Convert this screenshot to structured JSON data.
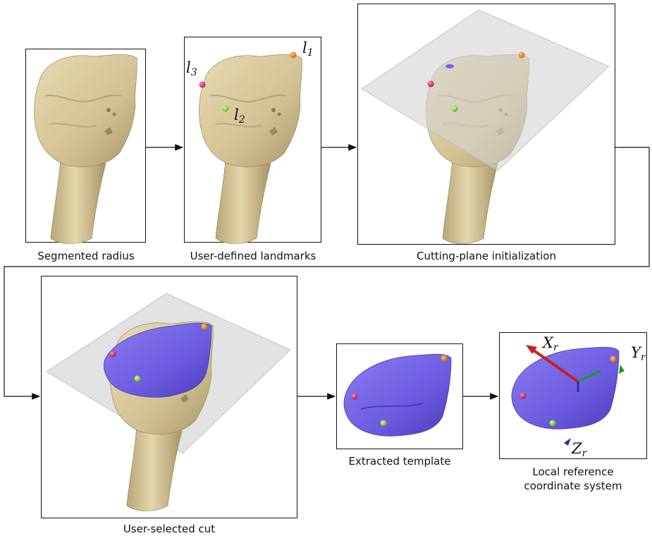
{
  "steps": [
    {
      "caption": "Segmented radius"
    },
    {
      "caption": "User-defined landmarks"
    },
    {
      "caption": "Cutting-plane initialization"
    },
    {
      "caption": "User-selected cut"
    },
    {
      "caption": "Extracted template"
    },
    {
      "caption_line1": "Local reference",
      "caption_line2": "coordinate system"
    }
  ],
  "landmarks": {
    "l1": {
      "base": "l",
      "sub": "1"
    },
    "l2": {
      "base": "l",
      "sub": "2"
    },
    "l3": {
      "base": "l",
      "sub": "3"
    }
  },
  "axes": {
    "x": {
      "base": "X",
      "sub": "r"
    },
    "y": {
      "base": "Y",
      "sub": "r"
    },
    "z": {
      "base": "Z",
      "sub": "r"
    }
  },
  "colors": {
    "bone": "#d8c99a",
    "bone_shadow": "#a8976a",
    "template": "#7566e6",
    "template_shadow": "#4b3fb8",
    "plane": "#d9d9d9",
    "landmark_l1": "#e8820f",
    "landmark_l2": "#7cd321",
    "landmark_l3": "#d6176a",
    "axis_x": "#c62020",
    "axis_y": "#1a9a1a",
    "axis_z": "#1f2fb8"
  }
}
